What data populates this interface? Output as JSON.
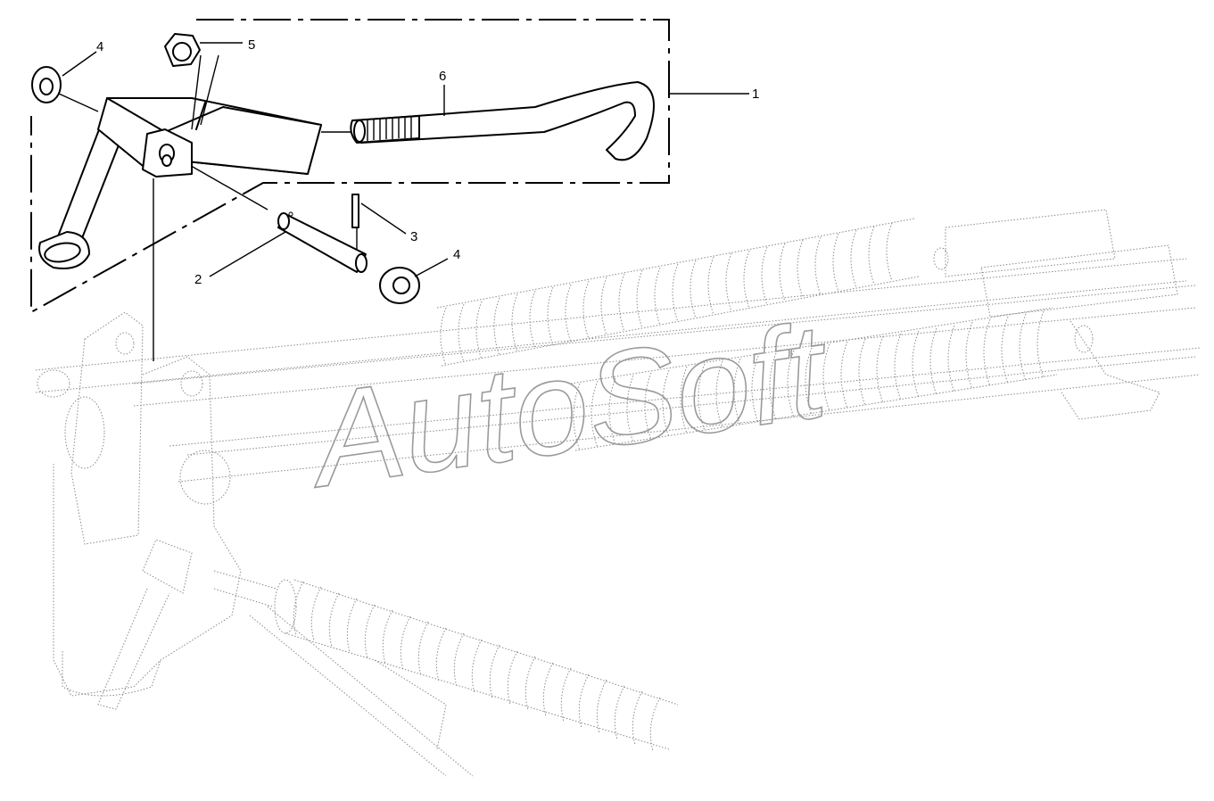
{
  "diagram": {
    "watermark": "AutoSoft",
    "callouts": [
      {
        "id": "callout-1",
        "label": "1"
      },
      {
        "id": "callout-2",
        "label": "2"
      },
      {
        "id": "callout-3",
        "label": "3"
      },
      {
        "id": "callout-4a",
        "label": "4"
      },
      {
        "id": "callout-4b",
        "label": "4"
      },
      {
        "id": "callout-5",
        "label": "5"
      },
      {
        "id": "callout-6",
        "label": "6"
      }
    ]
  }
}
